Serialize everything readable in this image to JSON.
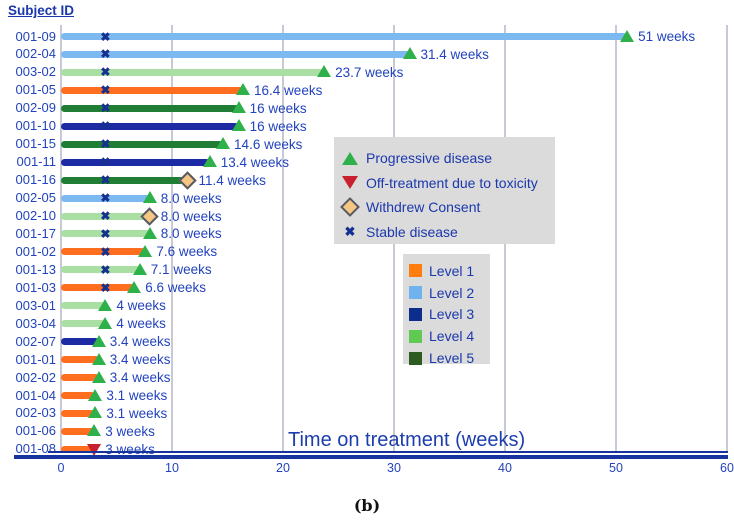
{
  "header": {
    "subject_id_label": "Subject ID"
  },
  "figure_caption": "(b)",
  "colors": {
    "text_blue": "#2243BE",
    "navy_axis": "#16339E",
    "gridline": "#C7CAD6",
    "legend_bg": "#DBDBDB",
    "progressive_marker": "#2EB14B",
    "toxicity_marker": "#C8202F",
    "withdrew_fill": "#F6C684",
    "withdrew_stroke": "#555A63",
    "stable_x": "#16318F"
  },
  "chart_data": {
    "type": "bar",
    "subtype": "horizontal-swimmer-plot",
    "title": "Time on treatment (weeks)",
    "xlabel": "Time on treatment (weeks)",
    "ylabel": "Subject ID",
    "xlim": [
      0,
      60
    ],
    "xticks": [
      "0",
      "10",
      "20",
      "30",
      "40",
      "50",
      "60"
    ],
    "grid": true,
    "stable_disease_week": 4,
    "subjects": [
      {
        "id": "001-09",
        "weeks": 51,
        "label": "51 weeks",
        "level": 2,
        "stable_disease": true,
        "end_marker": "progressive"
      },
      {
        "id": "002-04",
        "weeks": 31.4,
        "label": "31.4 weeks",
        "level": 2,
        "stable_disease": true,
        "end_marker": "progressive"
      },
      {
        "id": "003-02",
        "weeks": 23.7,
        "label": "23.7 weeks",
        "level": 4,
        "stable_disease": true,
        "end_marker": "progressive"
      },
      {
        "id": "001-05",
        "weeks": 16.4,
        "label": "16.4 weeks",
        "level": 1,
        "stable_disease": true,
        "end_marker": "progressive"
      },
      {
        "id": "002-09",
        "weeks": 16,
        "label": "16 weeks",
        "level": 5,
        "stable_disease": true,
        "end_marker": "progressive"
      },
      {
        "id": "001-10",
        "weeks": 16,
        "label": "16 weeks",
        "level": 3,
        "stable_disease": true,
        "end_marker": "progressive"
      },
      {
        "id": "001-15",
        "weeks": 14.6,
        "label": "14.6 weeks",
        "level": 5,
        "stable_disease": true,
        "end_marker": "progressive"
      },
      {
        "id": "001-11",
        "weeks": 13.4,
        "label": "13.4 weeks",
        "level": 3,
        "stable_disease": true,
        "end_marker": "progressive"
      },
      {
        "id": "001-16",
        "weeks": 11.4,
        "label": "11.4 weeks",
        "level": 5,
        "stable_disease": true,
        "end_marker": "withdrew"
      },
      {
        "id": "002-05",
        "weeks": 8,
        "label": "8.0 weeks",
        "level": 2,
        "stable_disease": true,
        "end_marker": "progressive"
      },
      {
        "id": "002-10",
        "weeks": 8,
        "label": "8.0 weeks",
        "level": 4,
        "stable_disease": true,
        "end_marker": "withdrew"
      },
      {
        "id": "001-17",
        "weeks": 8,
        "label": "8.0 weeks",
        "level": 4,
        "stable_disease": true,
        "end_marker": "progressive"
      },
      {
        "id": "001-02",
        "weeks": 7.6,
        "label": "7.6 weeks",
        "level": 1,
        "stable_disease": true,
        "end_marker": "progressive"
      },
      {
        "id": "001-13",
        "weeks": 7.1,
        "label": "7.1 weeks",
        "level": 4,
        "stable_disease": true,
        "end_marker": "progressive"
      },
      {
        "id": "001-03",
        "weeks": 6.6,
        "label": "6.6 weeks",
        "level": 1,
        "stable_disease": true,
        "end_marker": "progressive"
      },
      {
        "id": "003-01",
        "weeks": 4,
        "label": "4 weeks",
        "level": 4,
        "stable_disease": false,
        "end_marker": "progressive"
      },
      {
        "id": "003-04",
        "weeks": 4,
        "label": "4 weeks",
        "level": 4,
        "stable_disease": false,
        "end_marker": "progressive"
      },
      {
        "id": "002-07",
        "weeks": 3.4,
        "label": "3.4 weeks",
        "level": 3,
        "stable_disease": false,
        "end_marker": "progressive"
      },
      {
        "id": "001-01",
        "weeks": 3.4,
        "label": "3.4 weeks",
        "level": 1,
        "stable_disease": false,
        "end_marker": "progressive"
      },
      {
        "id": "002-02",
        "weeks": 3.4,
        "label": "3.4 weeks",
        "level": 1,
        "stable_disease": false,
        "end_marker": "progressive"
      },
      {
        "id": "001-04",
        "weeks": 3.1,
        "label": "3.1 weeks",
        "level": 1,
        "stable_disease": false,
        "end_marker": "progressive"
      },
      {
        "id": "002-03",
        "weeks": 3.1,
        "label": "3.1 weeks",
        "level": 1,
        "stable_disease": false,
        "end_marker": "progressive"
      },
      {
        "id": "001-06",
        "weeks": 3,
        "label": "3 weeks",
        "level": 1,
        "stable_disease": false,
        "end_marker": "progressive"
      },
      {
        "id": "001-08",
        "weeks": 3,
        "label": "3 weeks",
        "level": 1,
        "stable_disease": false,
        "end_marker": "toxicity"
      }
    ],
    "bar_colors": {
      "1": "#FF6D1F",
      "2": "#7CB9F0",
      "3": "#1C2BA3",
      "4": "#A9DFA2",
      "5": "#1F7E33"
    },
    "marker_legend": [
      {
        "marker": "triangle-up",
        "label": "Progressive disease",
        "color": "#2EB14B"
      },
      {
        "marker": "triangle-down",
        "label": "Off-treatment due to toxicity",
        "color": "#C8202F"
      },
      {
        "marker": "diamond",
        "label": "Withdrew Consent",
        "color": "#F6C684"
      },
      {
        "marker": "x",
        "label": "Stable disease",
        "color": "#16318F"
      }
    ],
    "level_legend": [
      {
        "label": "Level 1",
        "color": "#FF7D0E"
      },
      {
        "label": "Level 2",
        "color": "#6FB2EE"
      },
      {
        "label": "Level 3",
        "color": "#0D2D8D"
      },
      {
        "label": "Level 4",
        "color": "#5FC952"
      },
      {
        "label": "Level 5",
        "color": "#2D5B21"
      }
    ],
    "legend_position": "center-right"
  }
}
